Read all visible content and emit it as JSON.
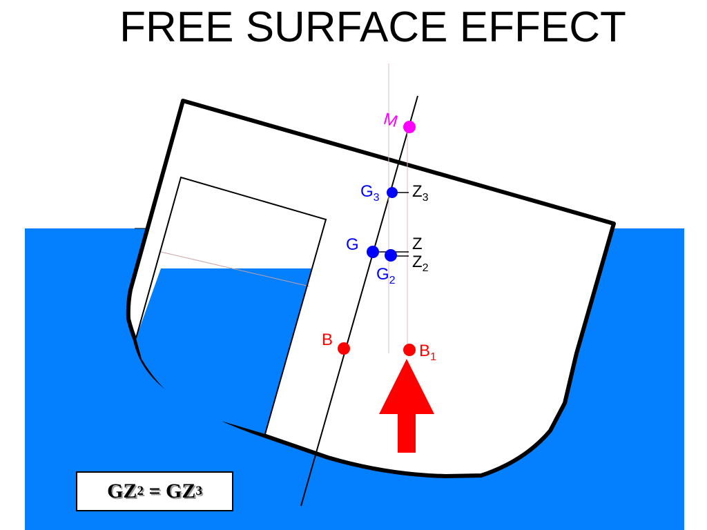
{
  "title": "FREE SURFACE EFFECT",
  "colors": {
    "sea": "#0480ff",
    "tank_liquid": "#0480ff",
    "hull": "#ffffff",
    "outline": "#000000",
    "metacentre": "#ff00ff",
    "gravity": "#0000ff",
    "buoyancy": "#ff0000",
    "arrow": "#ff0000"
  },
  "points": {
    "M": {
      "label": "M",
      "sub": ""
    },
    "G": {
      "label": "G",
      "sub": ""
    },
    "G2": {
      "label": "G",
      "sub": "2"
    },
    "G3": {
      "label": "G",
      "sub": "3"
    },
    "B": {
      "label": "B",
      "sub": ""
    },
    "B1": {
      "label": "B",
      "sub": "1"
    },
    "Z": {
      "label": "Z",
      "sub": ""
    },
    "Z2": {
      "label": "Z",
      "sub": "2"
    },
    "Z3": {
      "label": "Z",
      "sub": "3"
    }
  },
  "equation": {
    "lhs": "GZ",
    "lhs_sub": "2",
    "eq": " = ",
    "rhs": "GZ",
    "rhs_sub": "3"
  }
}
